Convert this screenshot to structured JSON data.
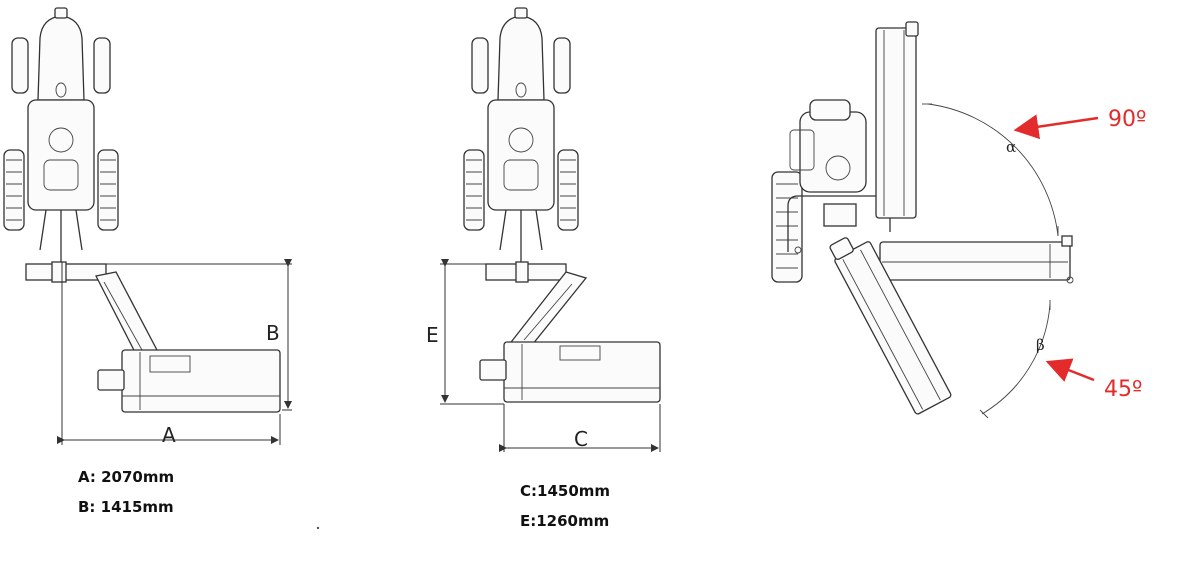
{
  "views": {
    "left": {
      "dim_labels": {
        "a": "A",
        "b": "B"
      },
      "specs": [
        "A: 2070mm",
        "B: 1415mm"
      ]
    },
    "middle": {
      "dim_labels": {
        "c": "C",
        "e": "E"
      },
      "specs": [
        "C:1450mm",
        "E:1260mm"
      ]
    },
    "right": {
      "alpha_symbol": "α",
      "beta_symbol": "β",
      "alpha_angle": "90º",
      "beta_angle": "45º",
      "arrow_color": "#e32b2b"
    }
  }
}
